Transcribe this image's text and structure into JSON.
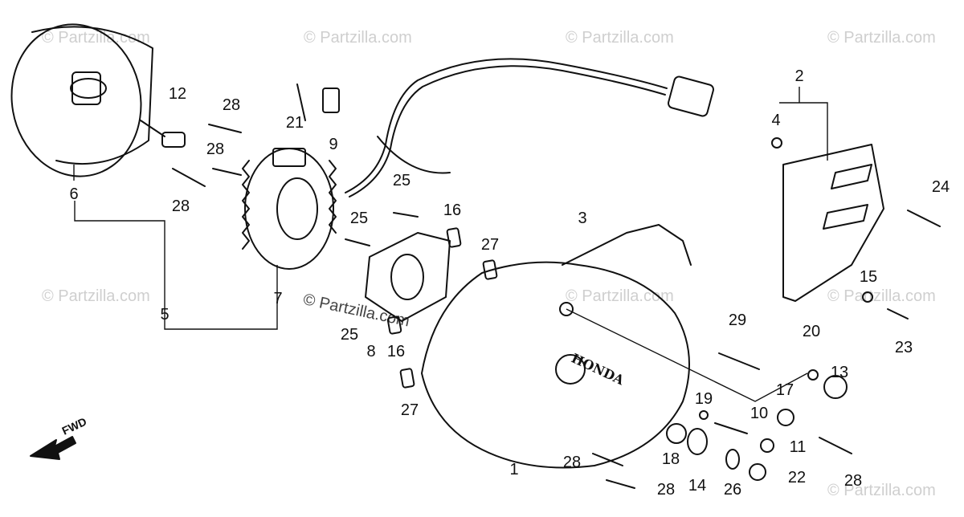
{
  "watermarks": [
    "© Partzilla.com",
    "© Partzilla.com",
    "© Partzilla.com",
    "© Partzilla.com",
    "© Partzilla.com",
    "© Partzilla.com",
    "© Partzilla.com",
    "© Partzilla.com",
    "© Partzilla.com"
  ],
  "fwd_label": "FWD",
  "crankcase_logo": "HONDA",
  "callouts": {
    "c1": "1",
    "c2": "2",
    "c3": "3",
    "c4": "4",
    "c5": "5",
    "c6": "6",
    "c7": "7",
    "c8": "8",
    "c9": "9",
    "c10": "10",
    "c11": "11",
    "c12": "12",
    "c13": "13",
    "c14": "14",
    "c15": "15",
    "c16a": "16",
    "c16b": "16",
    "c17": "17",
    "c18": "18",
    "c19": "19",
    "c20": "20",
    "c21": "21",
    "c22": "22",
    "c23": "23",
    "c24": "24",
    "c25a": "25",
    "c25b": "25",
    "c25c": "25",
    "c26": "26",
    "c27a": "27",
    "c27b": "27",
    "c28a": "28",
    "c28b": "28",
    "c28c": "28",
    "c28d": "28",
    "c28e": "28",
    "c28f": "28",
    "c29": "29"
  }
}
